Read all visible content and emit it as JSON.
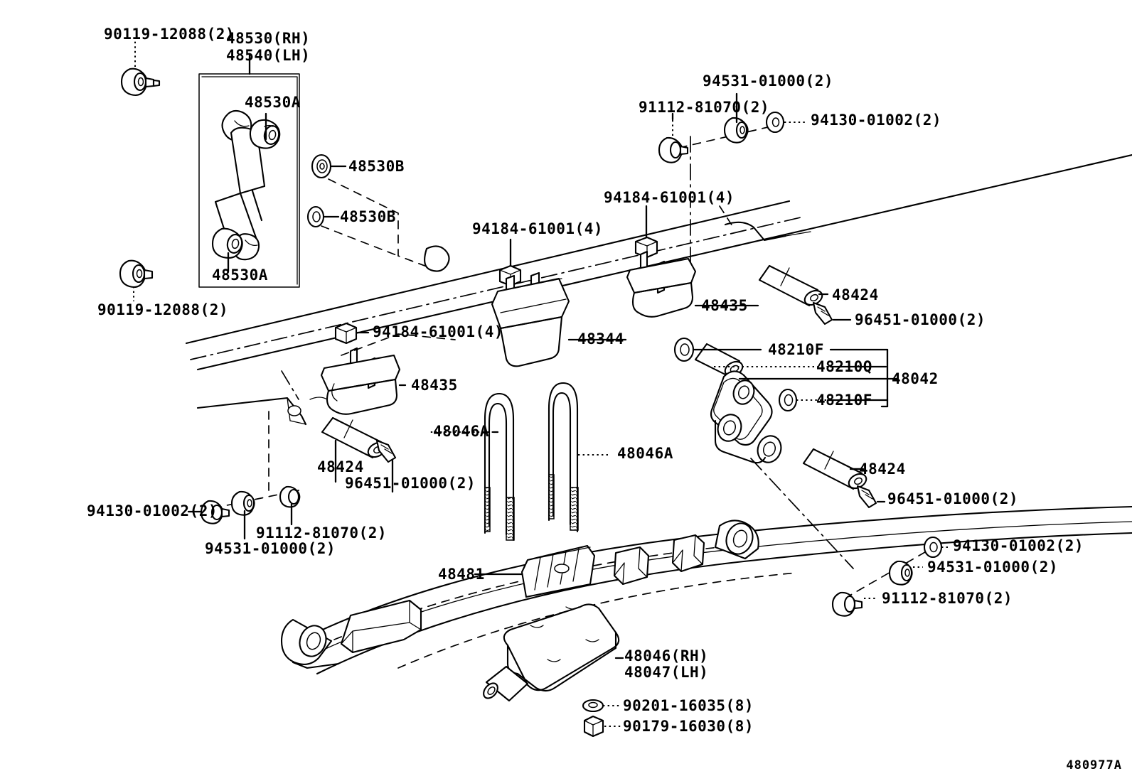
{
  "diagram": {
    "id": "480977A",
    "title": "Rear Spring & Shock Absorber Parts Diagram"
  },
  "labels": {
    "shock_bolt_top": "90119-12088(2)",
    "shock_rh": "48530(RH)",
    "shock_lh": "48540(LH)",
    "bushing_top": "48530A",
    "bushing_bottom": "48530A",
    "cushion_upper": "48530B",
    "cushion_lower": "48530B",
    "shock_bolt_bottom": "90119-12088(2)",
    "nut_ur": "94531-01000(2)",
    "bolt_ur": "91112-81070(2)",
    "washer_ur": "94130-01002(2)",
    "nut_right_rail": "94184-61001(4)",
    "nut_center_rail": "94184-61001(4)",
    "nut_left_rail": "94184-61001(4)",
    "bumper_48344": "48344",
    "seat_48435_right": "48435",
    "seat_48435_left": "48435",
    "pin_48424_upper": "48424",
    "grease_fitting_upper": "96451-01000(2)",
    "pin_48424_left": "48424",
    "grease_fitting_left": "96451-01000(2)",
    "bush_48210F_top": "48210F",
    "bush_48210Q": "48210Q",
    "shackle_48042": "48042",
    "bush_48210F_bottom": "48210F",
    "pin_48424_lower": "48424",
    "grease_fitting_lower": "96451-01000(2)",
    "ubolt_left": "48046A",
    "ubolt_right": "48046A",
    "washer_ll": "94130-01002(2)",
    "bolt_ll": "91112-81070(2)",
    "nut_ll": "94531-01000(2)",
    "clip_48481": "48481",
    "washer_lr": "94130-01002(2)",
    "nut_lr": "94531-01000(2)",
    "bolt_lr": "91112-81070(2)",
    "spring_rh": "48046(RH)",
    "spring_lh": "48047(LH)",
    "washer_90201": "90201-16035(8)",
    "nut_90179": "90179-16030(8)"
  },
  "colors": {
    "line": "#000000",
    "background": "#ffffff"
  }
}
